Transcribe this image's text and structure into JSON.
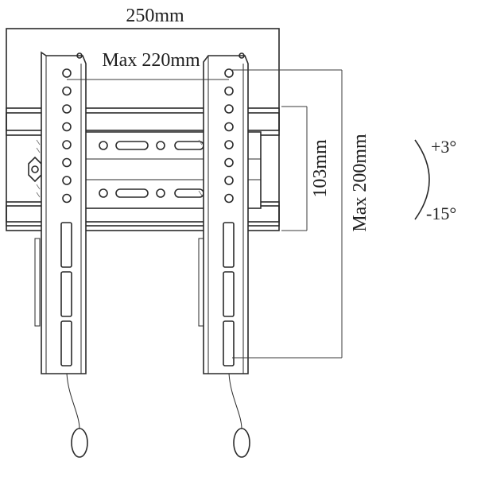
{
  "dimensions": {
    "width_outer": "250mm",
    "width_max": "Max 220mm",
    "height_max": "Max 200mm",
    "height_rail": "103mm"
  },
  "tilt": {
    "up": "+3°",
    "down": "-15°"
  }
}
